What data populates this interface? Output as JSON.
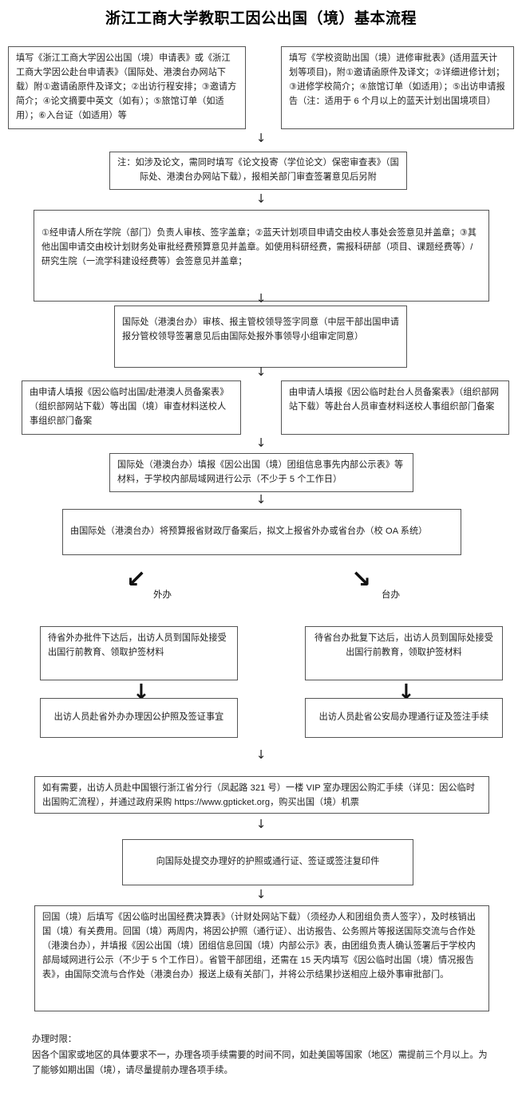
{
  "title": "浙江工商大学教职工因公出国（境）基本流程",
  "nodes": {
    "apply_form_general": "填写《浙江工商大学因公出国（境）申请表》或《浙江工商大学因公赴台申请表》（国际处、港澳台办网站下载）附①邀请函原件及译文；②出访行程安排；③邀请方简介；④论文摘要中英文（如有）；⑤旅馆订单（如适用）；⑥入台证（如适用）等",
    "apply_form_funded": "填写《学校资助出国（境）进修审批表》(适用蓝天计划等项目)，附①邀请函原件及译文；②详细进修计划；③进修学校简介；④旅馆订单（如适用）；⑤出访申请报告（注：适用于 6 个月以上的蓝天计划出国境项目）",
    "thesis_note": "注：如涉及论文，需同时填写《论文投寄（学位论文）保密审查表》（国际处、港澳台办网站下载），报相关部门审查签署意见后另附",
    "college_review": "①经申请人所在学院（部门）负责人审核、签字盖章；②蓝天计划项目申请交由校人事处会签意见并盖章；③其他出国申请交由校计划财务处审批经费预算意见并盖章。如使用科研经费，需报科研部（项目、课题经费等）/研究生院（一流学科建设经费等）会签意见并盖章；",
    "intl_office_review": "国际处（港澳台办）审核、报主管校领导签字同意（中层干部出国申请报分管校领导签署意见后由国际处报外事领导小组审定同意）",
    "record_hk_macau": "由申请人填报《因公临时出国/赴港澳人员备案表》（组织部网站下载）等出国（境）审查材料送校人事组织部门备案",
    "record_taiwan": "由申请人填报《因公临时赴台人员备案表》（组织部网站下载）等赴台人员审查材料送校人事组织部门备案",
    "internal_publicity": "国际处（港澳台办）填报《因公出国（境）团组信息事先内部公示表》等材料，于学校内部局域网进行公示（不少于 5 个工作日）",
    "budget_report": "由国际处（港澳台办）将预算报省财政厅备案后，拟文上报省外办或省台办（校 OA 系统）",
    "branch_left_label": "外办",
    "branch_right_label": "台办",
    "waiban_approval": "待省外办批件下达后，出访人员到国际处接受出国行前教育、领取护签材料",
    "taiban_approval": "待省台办批复下达后，出访人员到国际处接受出国行前教育，领取护签材料",
    "waiban_passport": "出访人员赴省外办办理因公护照及签证事宜",
    "taiban_permit": "出访人员赴省公安局办理通行证及签注手续",
    "forex_ticket": "如有需要，出访人员赴中国银行浙江省分行（凤起路 321 号）一楼 VIP 室办理因公购汇手续（详见：因公临时出国购汇流程），并通过政府采购 https://www.gpticket.org，购买出国（境）机票",
    "submit_copies": "向国际处提交办理好的护照或通行证、签证或签注复印件",
    "post_return": "回国（境）后填写《因公临时出国经费决算表》（计财处网站下载）（须经办人和团组负责人签字），及时核销出国（境）有关费用。回国（境）两周内，将因公护照（通行证）、出访报告、公务照片等报送国际交流与合作处（港澳台办），并填报《因公出国（境）团组信息回国（境）内部公示》表，由团组负责人确认签署后于学校内部局域网进行公示（不少于 5 个工作日）。省管干部团组，还需在 15 天内填写《因公临时出国（境）情况报告表》，由国际交流与合作处（港澳台办）报送上级有关部门，并将公示结果抄送相应上级外事审批部门。"
  },
  "arrows": {
    "down_glyph": "↓",
    "thick_down_glyph": "↓",
    "diag_left_glyph": "↙",
    "diag_right_glyph": "↘"
  },
  "footer": {
    "heading": "办理时限：",
    "body": "因各个国家或地区的具体要求不一，办理各项手续需要的时间不同，如赴美国等国家（地区）需提前三个月以上。为了能够如期出国（境），请尽量提前办理各项手续。"
  },
  "colors": {
    "border": "#555555",
    "text": "#1c1c1c",
    "background": "#ffffff"
  }
}
